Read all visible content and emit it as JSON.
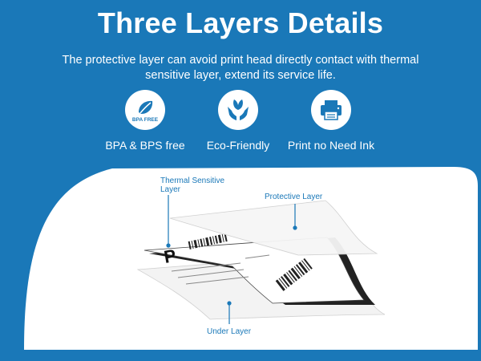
{
  "header": {
    "title": "Three Layers Details",
    "subtitle": "The protective layer can avoid print head directly contact with thermal sensitive layer, extend its service life."
  },
  "features": [
    {
      "icon": "bpa-free-leaf-icon",
      "icon_text": "BPA FREE",
      "label": "BPA & BPS free"
    },
    {
      "icon": "hands-leaf-icon",
      "label": "Eco-Friendly"
    },
    {
      "icon": "printer-icon",
      "label": "Print no Need Ink"
    }
  ],
  "diagram": {
    "thermal_label": "Thermal Sensitive\nLayer",
    "protective_label": "Protective Layer",
    "under_label": "Under Layer"
  },
  "colors": {
    "background": "#1a78b8",
    "accent": "#1a78b8",
    "panel": "#ffffff"
  }
}
